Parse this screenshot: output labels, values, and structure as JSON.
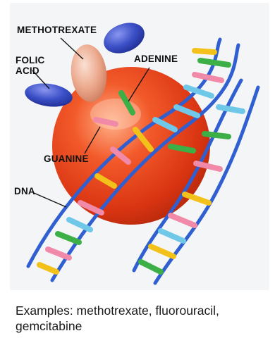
{
  "labels": {
    "methotrexate": "METHOTREXATE",
    "folic_acid_line1": "FOLIC",
    "folic_acid_line2": "ACID",
    "adenine": "ADENINE",
    "guanine": "GUANINE",
    "dna": "DNA"
  },
  "caption": {
    "line1": "Examples: methotrexate, fluorouracil,",
    "line2": "gemcitabine"
  },
  "colors": {
    "background": "#f4f5f7",
    "cell_sphere": "#e8441c",
    "methotrexate_oval": "#e9a489",
    "folic_oval": "#3f52c4",
    "dna_backbone": "#2f5fd0",
    "base_green": "#3cb046",
    "base_yellow": "#f2c21a",
    "base_pink": "#f08aa8",
    "base_blue": "#6fc8e8"
  }
}
